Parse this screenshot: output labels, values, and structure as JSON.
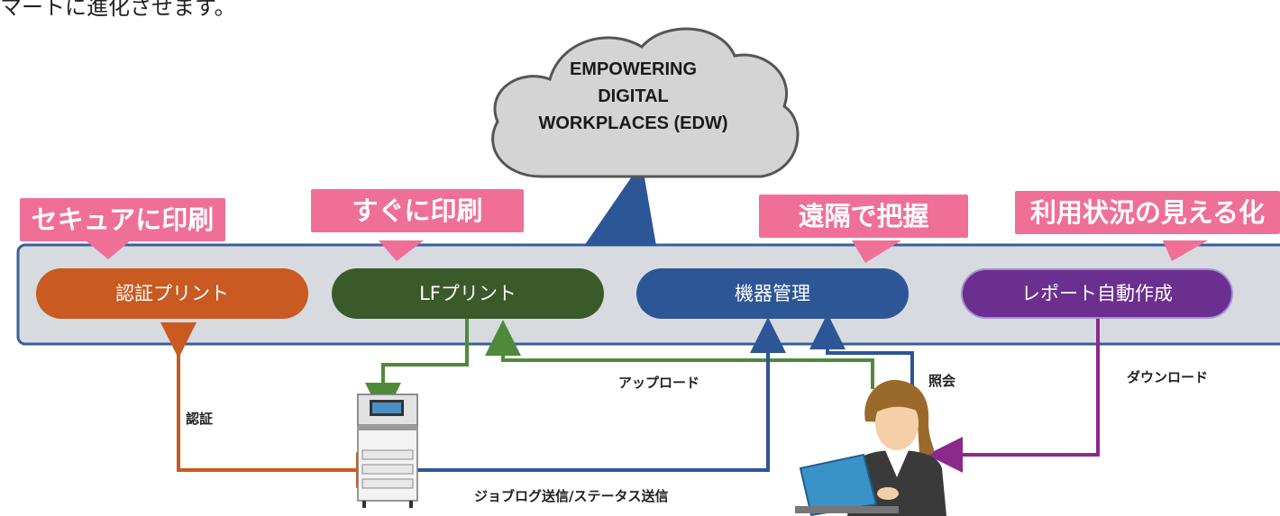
{
  "intro_text": "マートに進化させます。",
  "cloud": {
    "line1": "EMPOWERING",
    "line2": "DIGITAL",
    "line3": "WORKPLACES (EDW)"
  },
  "benefits": [
    {
      "label": "セキュアに印刷"
    },
    {
      "label": "すぐに印刷"
    },
    {
      "label": "遠隔で把握"
    },
    {
      "label": "利用状況の見える化"
    }
  ],
  "services": [
    {
      "label": "認証プリント",
      "color": "#c85a22"
    },
    {
      "label": "LFプリント",
      "color": "#3a5a29"
    },
    {
      "label": "機器管理",
      "color": "#2d5696"
    },
    {
      "label": "レポート自動作成",
      "color": "#6b2f8f"
    }
  ],
  "flows": {
    "auth": "認証",
    "upload": "アップロード",
    "inquiry": "照会",
    "download": "ダウンロード",
    "joblog": "ジョブログ送信/ステータス送信"
  },
  "colors": {
    "bubble": "#f06f97",
    "band_fill": "#d7dbe0",
    "band_border": "#3a5f9a"
  },
  "icons": [
    "cloud-icon",
    "multifunction-printer-icon",
    "office-worker-laptop-icon"
  ]
}
